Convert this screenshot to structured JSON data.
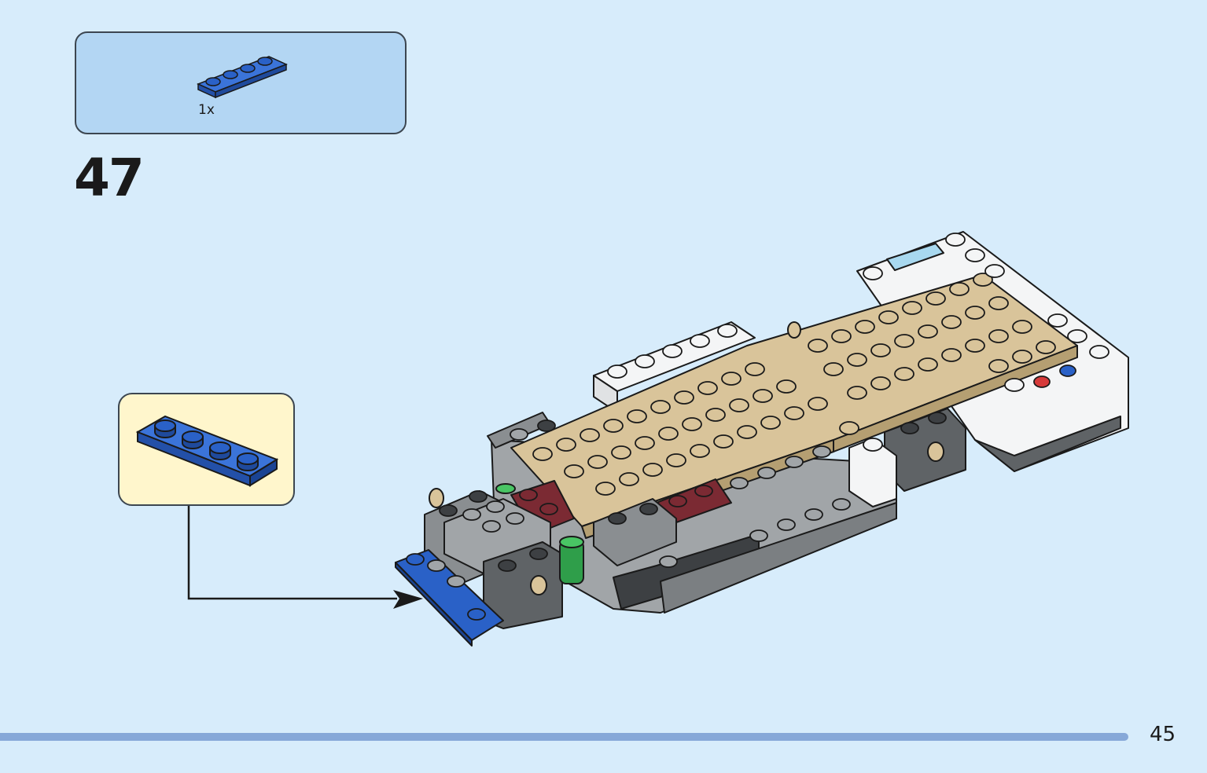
{
  "parts_list": {
    "quantity": "1x",
    "part_color": "#2a61c7",
    "part_name": "blue-plate-1x4-icon"
  },
  "step": {
    "number": "47"
  },
  "callout": {
    "part_color": "#2a61c7",
    "part_name": "blue-plate-1x4-icon"
  },
  "page": {
    "number": "45"
  },
  "colors": {
    "background": "#d7ecfb",
    "parts_box": "#b3d6f3",
    "callout_box": "#fff6cc",
    "bar": "#86a8d8",
    "tan": "#d9c49a",
    "gray": "#a1a5a8",
    "dark_gray": "#5f6366",
    "white": "#f4f5f6",
    "blue": "#2a61c7",
    "dark_red": "#7b2a33"
  }
}
